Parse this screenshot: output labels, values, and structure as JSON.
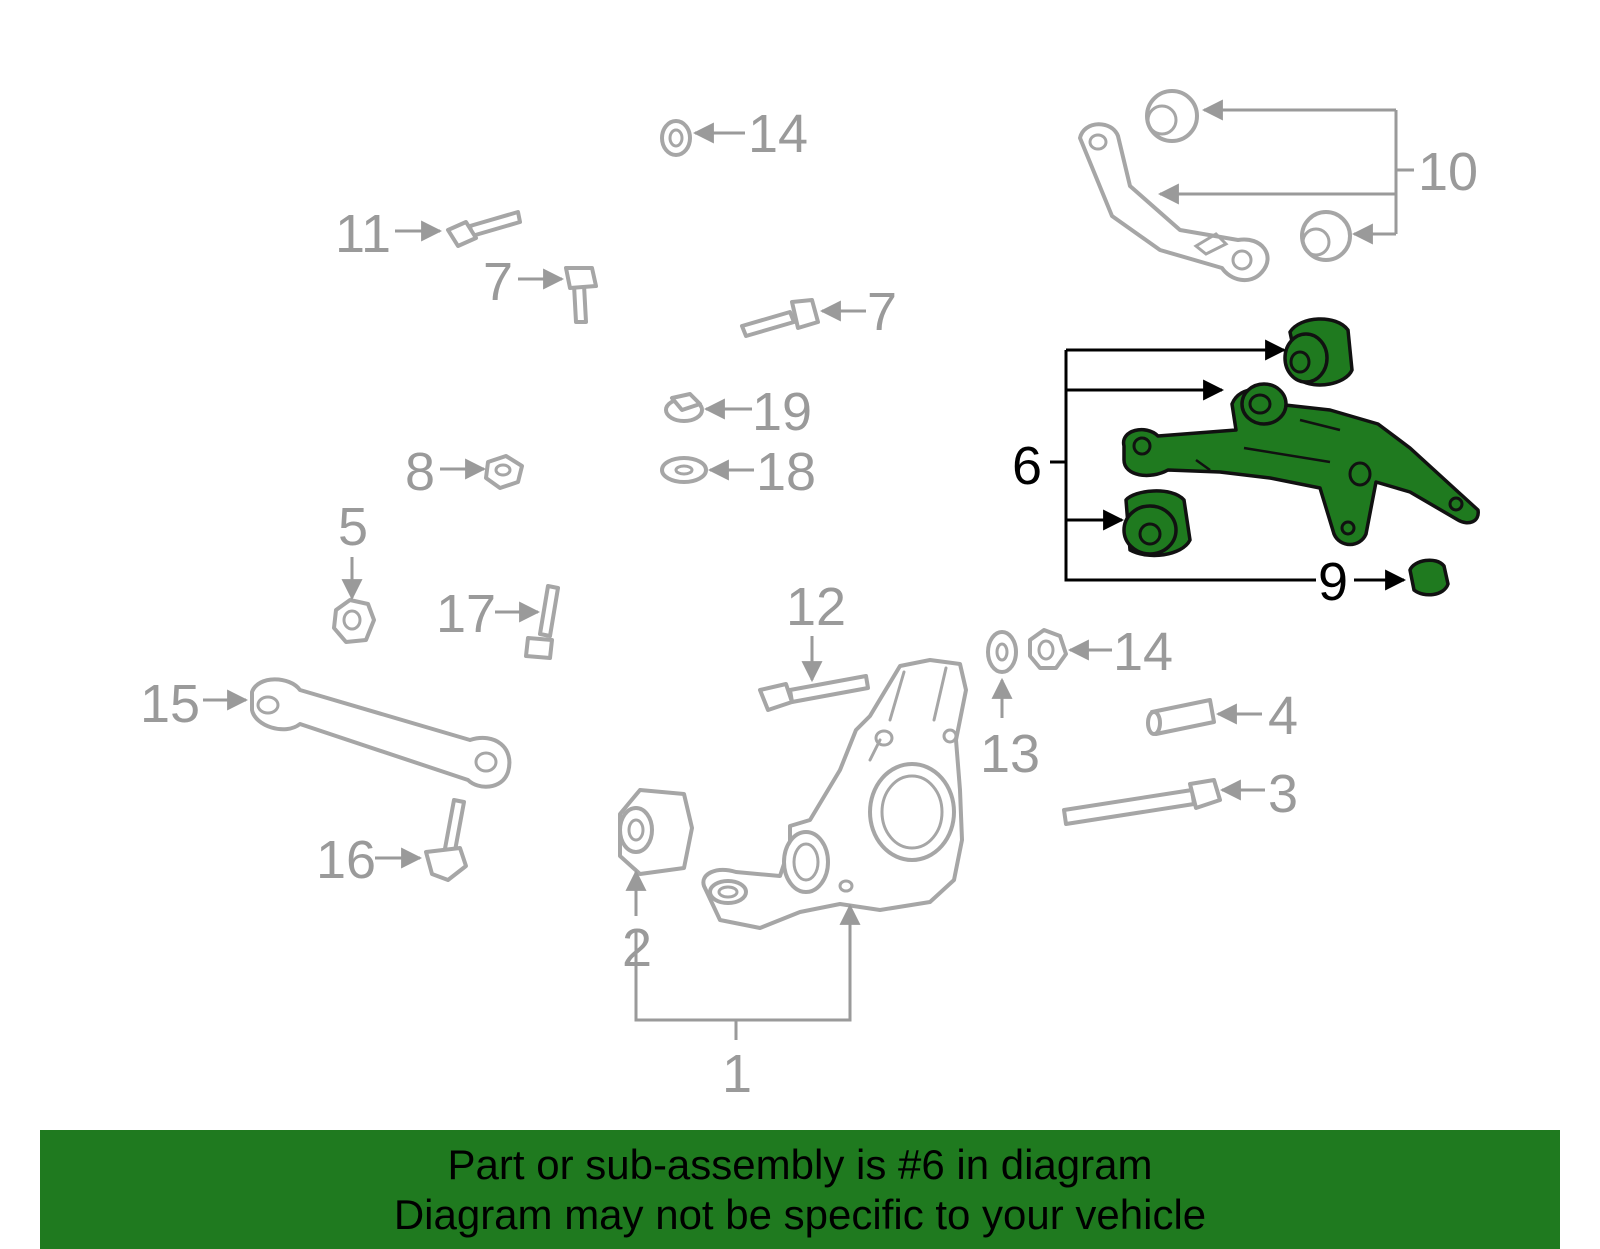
{
  "callouts": {
    "c1": "1",
    "c2": "2",
    "c3": "3",
    "c4": "4",
    "c5": "5",
    "c6": "6",
    "c7a": "7",
    "c7b": "7",
    "c8": "8",
    "c9": "9",
    "c10": "10",
    "c11": "11",
    "c12": "12",
    "c13": "13",
    "c14a": "14",
    "c14b": "14",
    "c15": "15",
    "c16": "16",
    "c17": "17",
    "c18": "18",
    "c19": "19"
  },
  "banner": {
    "line1": "Part or sub-assembly is #6 in diagram",
    "line2": "Diagram may not be specific to your vehicle",
    "color": "#1f7a1f"
  },
  "highlight_color": "#1f7a1f"
}
